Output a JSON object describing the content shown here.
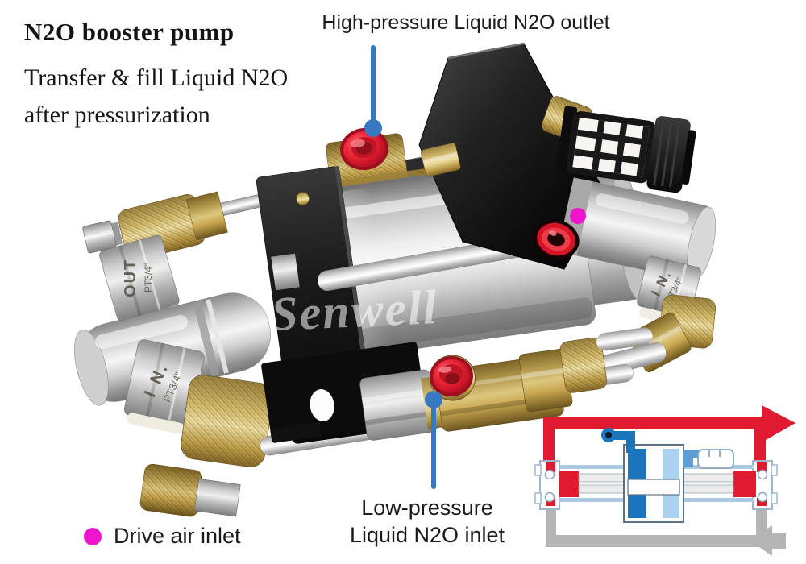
{
  "header": {
    "title": "N2O booster pump",
    "subtitle_line1": "Transfer & fill Liquid N2O",
    "subtitle_line2": "after pressurization"
  },
  "callouts": {
    "high_pressure_outlet_label": "High-pressure Liquid N2O outlet",
    "low_pressure_inlet_line1": "Low-pressure",
    "low_pressure_inlet_line2": "Liquid N2O inlet",
    "drive_air_inlet_label": "Drive air inlet"
  },
  "watermark": "Senwell",
  "stamps": {
    "left_outlet": "OUT",
    "left_outlet_size": "PT3/4\"",
    "left_inlet": "I N.",
    "left_inlet_size": "PT3/4\"",
    "right_inlet": "I N.",
    "right_inlet_size": "PT3/4\""
  },
  "colors": {
    "callout_line_blue": "#3878c2",
    "port_red": "#e8192c",
    "drive_air_magenta": "#ee16cc",
    "schematic_red": "#e01b30",
    "schematic_gray": "#b5b5b5",
    "schematic_blue_dark": "#1b75bc",
    "schematic_blue_light": "#a9d3ef",
    "schematic_pale_blue": "#aac9e4"
  }
}
